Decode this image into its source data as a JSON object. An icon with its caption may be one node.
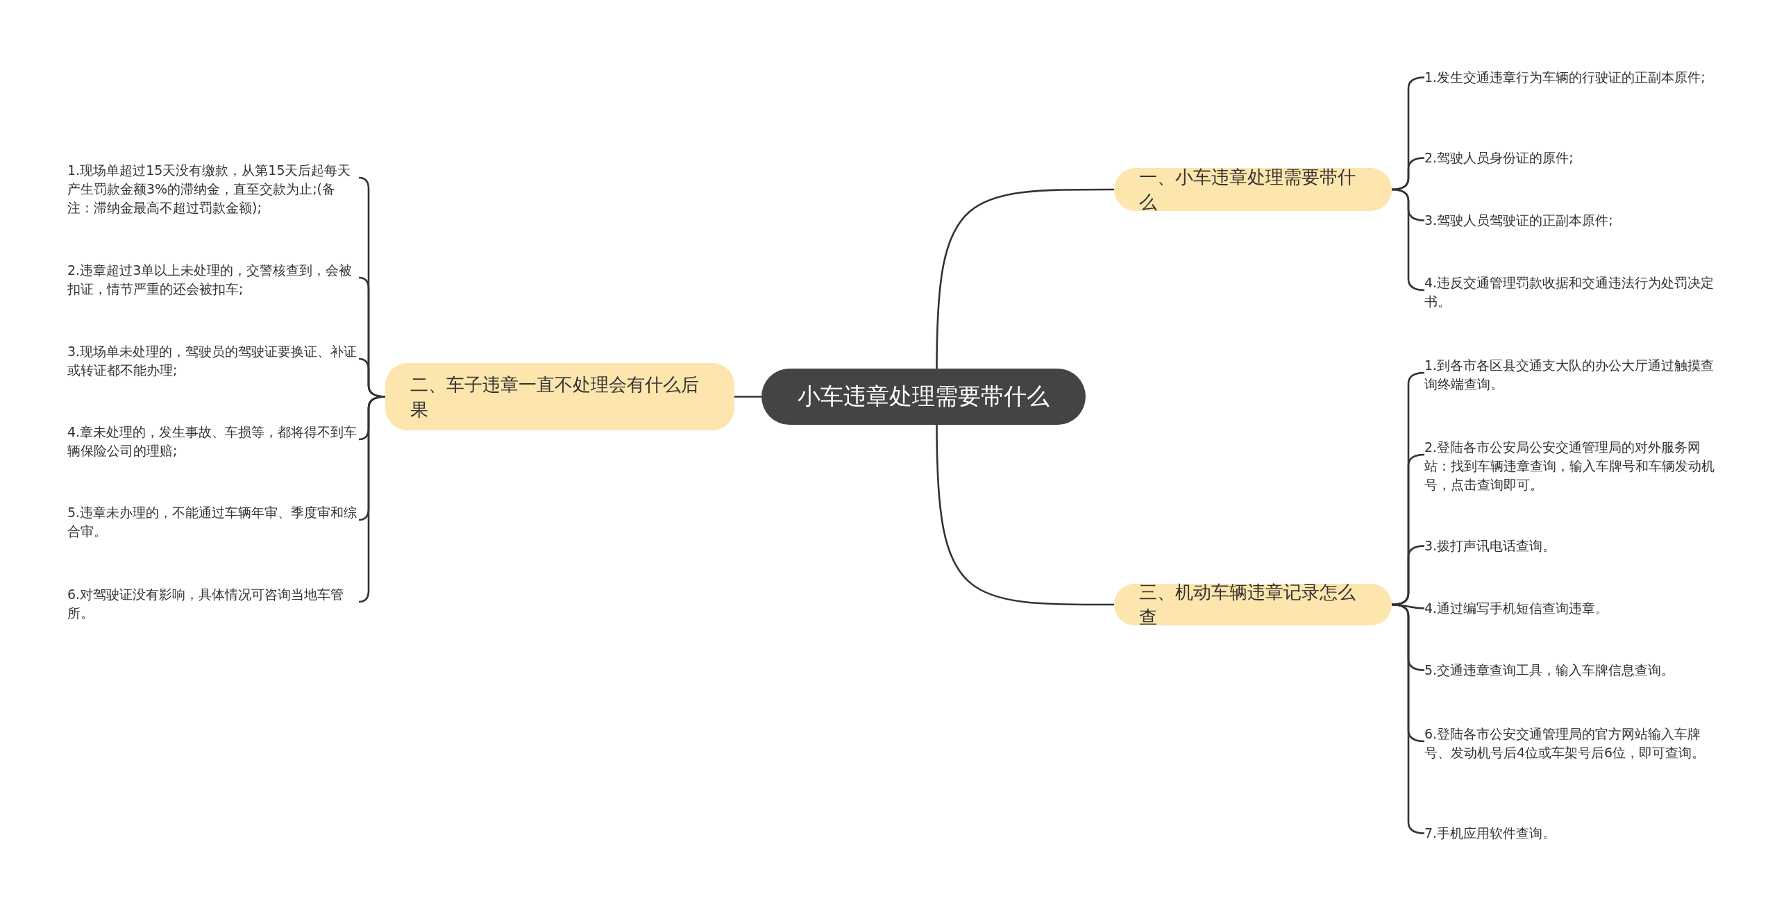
{
  "diagram": {
    "nodes": [
      {
        "text": [
          "小车违章处理需要带什么"
        ]
      },
      {
        "text": [
          "一、小车违章处理需要带什么"
        ]
      },
      {
        "text": [
          "1.发生交通违章行为车辆的行驶证的正副本原件;"
        ]
      },
      {
        "text": [
          "2.驾驶人员身份证的原件;"
        ]
      },
      {
        "text": [
          "3.驾驶人员驾驶证的正副本原件;"
        ]
      },
      {
        "text": [
          "4.违反交通管理罚款收据和交通违法行为处罚决定书。"
        ]
      },
      {
        "text": [
          "二、车子违章一直不处理会有什么后果"
        ]
      },
      {
        "text": [
          "1.现场单超过15天没有缴款，从第15天后起每天产生罚款金额3%的滞纳金，直至交款为止;(备注：滞纳金最高不超过罚款金额);"
        ]
      },
      {
        "text": [
          "2.违章超过3单以上未处理的，交警核查到，会被扣证，情节严重的还会被扣车;"
        ]
      },
      {
        "text": [
          "3.现场单未处理的，驾驶员的驾驶证要换证、补证或转证都不能办理;"
        ]
      },
      {
        "text": [
          "4.章未处理的，发生事故、车损等，都将得不到车辆保险公司的理赔;"
        ]
      },
      {
        "text": [
          "5.违章未办理的，不能通过车辆年审、季度审和综合审。"
        ]
      },
      {
        "text": [
          "6.对驾驶证没有影响，具体情况可咨询当地车管所。"
        ]
      },
      {
        "text": [
          "三、机动车辆违章记录怎么查"
        ]
      },
      {
        "text": [
          "1.到各市各区县交通支大队的办公大厅通过触摸查询终端查询。"
        ]
      },
      {
        "text": [
          "2.登陆各市公安局公安交通管理局的对外服务网站：找到车辆违章查询，输入车牌号和车辆发动机号，点击查询即可。"
        ]
      },
      {
        "text": [
          "3.拨打声讯电话查询。"
        ]
      },
      {
        "text": [
          "4.通过编写手机短信查询违章。"
        ]
      },
      {
        "text": [
          "5.交通违章查询工具，输入车牌信息查询。"
        ]
      },
      {
        "text": [
          "6.登陆各市公安交通管理局的官方网站输入车牌号、发动机号后4位或车架号后6位，即可查询。"
        ]
      },
      {
        "text": [
          "7.手机应用软件查询。"
        ]
      }
    ],
    "edges": [
      {
        "from": 0,
        "to": 1,
        "arrow": "none"
      },
      {
        "from": 1,
        "to": 2,
        "arrow": "none"
      },
      {
        "from": 1,
        "to": 3,
        "arrow": "none"
      },
      {
        "from": 1,
        "to": 4,
        "arrow": "none"
      },
      {
        "from": 1,
        "to": 5,
        "arrow": "none"
      },
      {
        "from": 0,
        "to": 6,
        "arrow": "none"
      },
      {
        "from": 6,
        "to": 7,
        "arrow": "none"
      },
      {
        "from": 6,
        "to": 8,
        "arrow": "none"
      },
      {
        "from": 6,
        "to": 9,
        "arrow": "none"
      },
      {
        "from": 6,
        "to": 10,
        "arrow": "none"
      },
      {
        "from": 6,
        "to": 11,
        "arrow": "none"
      },
      {
        "from": 6,
        "to": 12,
        "arrow": "none"
      },
      {
        "from": 0,
        "to": 13,
        "arrow": "none"
      },
      {
        "from": 13,
        "to": 14,
        "arrow": "none"
      },
      {
        "from": 13,
        "to": 15,
        "arrow": "none"
      },
      {
        "from": 13,
        "to": 16,
        "arrow": "none"
      },
      {
        "from": 13,
        "to": 17,
        "arrow": "none"
      },
      {
        "from": 13,
        "to": 18,
        "arrow": "none"
      },
      {
        "from": 13,
        "to": 19,
        "arrow": "none"
      },
      {
        "from": 13,
        "to": 20,
        "arrow": "none"
      }
    ]
  }
}
